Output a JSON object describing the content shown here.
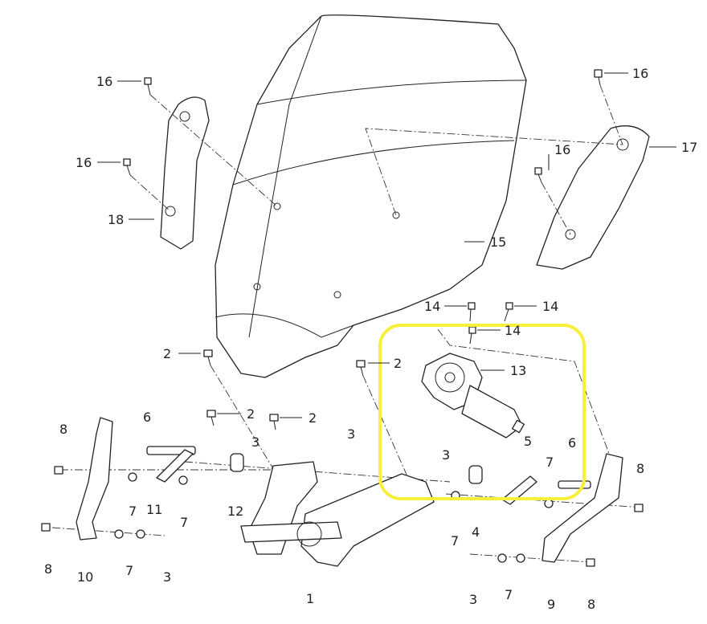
{
  "diagram": {
    "title": "Windscreen adjustment assembly exploded view",
    "highlight_color": "#f7ef3a",
    "callouts": [
      "16",
      "16",
      "18",
      "16",
      "17",
      "16",
      "15",
      "14",
      "14",
      "14",
      "13",
      "2",
      "2",
      "2",
      "2",
      "6",
      "6",
      "3",
      "3",
      "3",
      "5",
      "7",
      "7",
      "7",
      "7",
      "7",
      "7",
      "8",
      "8",
      "8",
      "8",
      "11",
      "12",
      "4",
      "10",
      "3",
      "1",
      "9",
      "3"
    ]
  }
}
